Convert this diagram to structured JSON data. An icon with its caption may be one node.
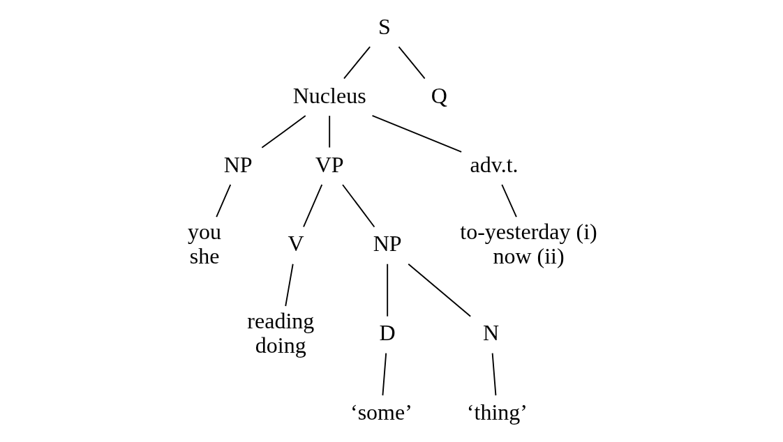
{
  "diagram": {
    "nodes": [
      {
        "text": [
          "S"
        ]
      },
      {
        "text": [
          "Nucleus"
        ]
      },
      {
        "text": [
          "NP"
        ]
      },
      {
        "text": [
          "VP"
        ]
      },
      {
        "text": [
          "V"
        ]
      },
      {
        "text": [
          "NP"
        ]
      },
      {
        "text": [
          "adv.t."
        ]
      },
      {
        "text": [
          "Q"
        ]
      },
      {
        "text": [
          "D"
        ]
      },
      {
        "text": [
          "N"
        ]
      },
      {
        "text": [
          "you",
          "she"
        ]
      },
      {
        "text": [
          "reading",
          "doing"
        ]
      },
      {
        "text": [
          "‘some’"
        ]
      },
      {
        "text": [
          "‘thing’"
        ]
      },
      {
        "text": [
          "to-yesterday (i)",
          "now (ii)"
        ]
      }
    ],
    "edges": [
      {
        "from": 0,
        "to": 7,
        "arrow": "none"
      },
      {
        "from": 0,
        "to": 1,
        "arrow": "none"
      },
      {
        "from": 1,
        "to": 2,
        "arrow": "none"
      },
      {
        "from": 1,
        "to": 3,
        "arrow": "none"
      },
      {
        "from": 1,
        "to": 6,
        "arrow": "none"
      },
      {
        "from": 3,
        "to": 4,
        "arrow": "none"
      },
      {
        "from": 3,
        "to": 5,
        "arrow": "none"
      },
      {
        "from": 5,
        "to": 8,
        "arrow": "none"
      },
      {
        "from": 5,
        "to": 9,
        "arrow": "none"
      },
      {
        "from": 2,
        "to": 10,
        "arrow": "none"
      },
      {
        "from": 4,
        "to": 11,
        "arrow": "none"
      },
      {
        "from": 8,
        "to": 12,
        "arrow": "none"
      },
      {
        "from": 9,
        "to": 13,
        "arrow": "none"
      },
      {
        "from": 6,
        "to": 14,
        "arrow": "none"
      }
    ]
  }
}
